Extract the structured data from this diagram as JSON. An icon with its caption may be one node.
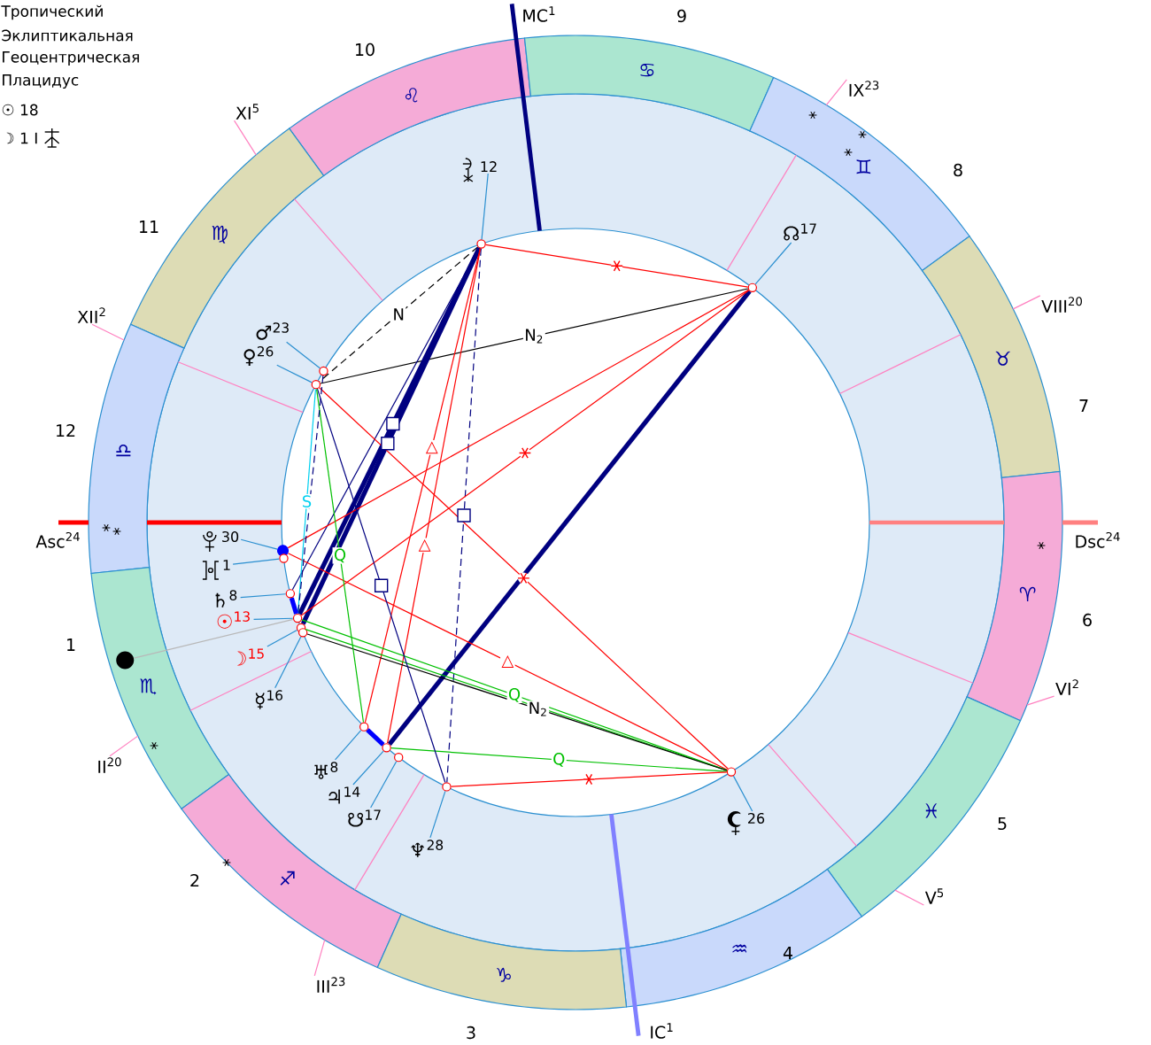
{
  "diagram": {
    "nodes": [
      {
        "text": [
          "♌"
        ]
      },
      {
        "text": [
          "♋"
        ]
      },
      {
        "text": [
          "♍"
        ]
      },
      {
        "text": [
          "♊"
        ]
      },
      {
        "text": [
          "♎"
        ]
      },
      {
        "text": [
          "♉"
        ]
      },
      {
        "text": [
          "♈"
        ]
      },
      {
        "text": [
          "♏"
        ]
      },
      {
        "text": [
          "♓"
        ]
      },
      {
        "text": [
          "♐"
        ]
      },
      {
        "text": [
          "♒"
        ]
      },
      {
        "text": [
          "♑"
        ]
      },
      {
        "text": [
          "12"
        ]
      },
      {
        "text": [
          "☊$^{17}$"
        ]
      },
      {
        "text": [
          "♂$^{23}$"
        ]
      },
      {
        "text": [
          "♀$^{26}$"
        ]
      },
      {
        "text": [
          "30"
        ]
      },
      {
        "text": [
          "1"
        ]
      },
      {
        "text": [
          "♄$^{8}$"
        ]
      },
      {
        "text": [
          "☉$^{13}$"
        ]
      },
      {
        "text": [
          "☽$^{15}$"
        ]
      },
      {
        "text": [
          "☿$^{16}$"
        ]
      },
      {
        "text": [
          "♅$^{8}$"
        ]
      },
      {
        "text": [
          "♃$^{14}$"
        ]
      },
      {
        "text": [
          "☋$^{17}$"
        ]
      },
      {
        "text": [
          "♆$^{28}$"
        ]
      },
      {
        "text": [
          "26"
        ]
      },
      {
        "text": [],
        "shape": "circle"
      },
      {
        "text": [],
        "shape": "circle"
      },
      {
        "text": [],
        "shape": "circle"
      },
      {
        "text": [],
        "shape": "circle"
      },
      {
        "text": [],
        "shape": "circle"
      },
      {
        "text": [],
        "shape": "circle"
      },
      {
        "text": [],
        "shape": "circle"
      },
      {
        "text": [],
        "shape": "circle"
      },
      {
        "text": [],
        "shape": "circle"
      },
      {
        "text": [],
        "shape": "circle"
      },
      {
        "text": [],
        "shape": "circle"
      },
      {
        "text": [],
        "shape": "circle"
      },
      {
        "text": [],
        "shape": "circle"
      },
      {
        "text": [],
        "shape": "circle"
      },
      {
        "text": [],
        "shape": "circle"
      },
      {
        "text": [
          "XI$^{5}$"
        ]
      },
      {
        "text": [
          "XII$^{2}$"
        ]
      },
      {
        "text": [
          "IX$^{23}$"
        ]
      },
      {
        "text": [
          "VIII$^{20}$"
        ]
      },
      {
        "text": [
          "Asc$^{24}$"
        ]
      },
      {
        "text": [
          "Dsc$^{24}$"
        ]
      },
      {
        "text": [
          "VI$^{2}$"
        ]
      },
      {
        "text": [
          "II$^{20}$"
        ]
      },
      {
        "text": [
          "V$^{5}$"
        ]
      },
      {
        "text": [
          "III$^{23}$"
        ]
      },
      {
        "text": [],
        "shape": "circle",
        "in": 7
      }
    ],
    "edges": [
      {
        "from": 12,
        "to": 27,
        "arrow": "none"
      },
      {
        "from": 13,
        "to": 28,
        "arrow": "none"
      },
      {
        "from": 14,
        "to": 29,
        "arrow": "none"
      },
      {
        "from": 15,
        "to": 30,
        "arrow": "none"
      },
      {
        "from": 16,
        "to": 31,
        "arrow": "none"
      },
      {
        "from": 17,
        "to": 32,
        "arrow": "none"
      },
      {
        "from": 18,
        "to": 33,
        "arrow": "none"
      },
      {
        "from": 19,
        "to": 34,
        "arrow": "none"
      },
      {
        "from": 20,
        "to": 35,
        "arrow": "none"
      },
      {
        "from": 21,
        "to": 36,
        "arrow": "none"
      },
      {
        "from": 22,
        "to": 37,
        "arrow": "none"
      },
      {
        "from": 23,
        "to": 38,
        "arrow": "none"
      },
      {
        "from": 24,
        "to": 39,
        "arrow": "none"
      },
      {
        "from": 25,
        "to": 40,
        "arrow": "none"
      },
      {
        "from": 26,
        "to": 41,
        "arrow": "none"
      },
      {
        "from": 27,
        "to": 28,
        "arrow": "none",
        "color": "#ff0000"
      },
      {
        "from": 27,
        "to": 30,
        "arrow": "none",
        "style": "dashed",
        "color": "#000000",
        "label": "N"
      },
      {
        "from": 30,
        "to": 28,
        "arrow": "none",
        "color": "#000000",
        "label": "N$_{2}$"
      },
      {
        "from": 27,
        "to": 34,
        "arrow": "none",
        "style": "thick",
        "color": "#000080"
      },
      {
        "from": 27,
        "to": 35,
        "arrow": "none",
        "style": "thick",
        "color": "#000080"
      },
      {
        "from": 27,
        "to": 33,
        "arrow": "none",
        "color": "#000080"
      },
      {
        "from": 28,
        "to": 38,
        "arrow": "none",
        "style": "thick",
        "color": "#000080"
      },
      {
        "from": 27,
        "to": 40,
        "arrow": "none",
        "style": "dashed",
        "color": "#000080"
      },
      {
        "from": 27,
        "to": 37,
        "arrow": "none",
        "color": "#ff0000",
        "label": "△"
      },
      {
        "from": 27,
        "to": 38,
        "arrow": "none",
        "color": "#ff0000",
        "label": "△"
      },
      {
        "from": 28,
        "to": 34,
        "arrow": "none",
        "color": "#ff0000"
      },
      {
        "from": 28,
        "to": 31,
        "arrow": "none",
        "color": "#ff0000"
      },
      {
        "from": 30,
        "to": 41,
        "arrow": "none",
        "color": "#ff0000"
      },
      {
        "from": 31,
        "to": 41,
        "arrow": "none",
        "color": "#ff0000",
        "label": "△"
      },
      {
        "from": 34,
        "to": 41,
        "arrow": "none",
        "color": "#00c000",
        "label": "Q"
      },
      {
        "from": 35,
        "to": 41,
        "arrow": "none",
        "color": "#00c000"
      },
      {
        "from": 36,
        "to": 41,
        "arrow": "none",
        "color": "#000000",
        "label": "N$_{2}$"
      },
      {
        "from": 38,
        "to": 41,
        "arrow": "none",
        "color": "#00c000",
        "label": "Q"
      },
      {
        "from": 40,
        "to": 41,
        "arrow": "none",
        "color": "#ff0000"
      },
      {
        "from": 30,
        "to": 40,
        "arrow": "none",
        "color": "#000080"
      },
      {
        "from": 30,
        "to": 37,
        "arrow": "none",
        "color": "#00c000",
        "label": "Q"
      },
      {
        "from": 30,
        "to": 34,
        "arrow": "none",
        "color": "#00d0f0",
        "label": "S"
      },
      {
        "from": 29,
        "to": 34,
        "arrow": "none",
        "style": "dashed",
        "color": "#000080"
      },
      {
        "from": 37,
        "to": 38,
        "arrow": "none",
        "style": "thick",
        "color": "#0000ff"
      },
      {
        "from": 33,
        "to": 34,
        "arrow": "none",
        "style": "thick",
        "color": "#0000ff"
      },
      {
        "from": 42,
        "to": 2,
        "arrow": "none",
        "color": "#ff80c0"
      },
      {
        "from": 43,
        "to": 4,
        "arrow": "none",
        "color": "#ff80c0"
      },
      {
        "from": 44,
        "to": 3,
        "arrow": "none",
        "color": "#ff80c0"
      },
      {
        "from": 45,
        "to": 5,
        "arrow": "none",
        "color": "#ff80c0"
      },
      {
        "from": 46,
        "to": 4,
        "arrow": "none",
        "style": "thick",
        "color": "#ff0000"
      },
      {
        "from": 47,
        "to": 6,
        "arrow": "none",
        "style": "thick",
        "color": "#ff8080"
      },
      {
        "from": 48,
        "to": 6,
        "arrow": "none",
        "color": "#ff80c0"
      },
      {
        "from": 49,
        "to": 7,
        "arrow": "none",
        "color": "#ff80c0"
      },
      {
        "from": 50,
        "to": 8,
        "arrow": "none",
        "color": "#ff80c0"
      },
      {
        "from": 51,
        "to": 9,
        "arrow": "none",
        "color": "#ff80c0"
      },
      {
        "from": 52,
        "to": 34,
        "arrow": "none",
        "color": "#b8b8b8"
      }
    ],
    "labels": [
      "Тропический",
      "Эклиптикальная",
      "Геоцентрическая",
      "Плацидус",
      "☉ 18",
      "☽ 1 I",
      "MC$^{1}$",
      "9",
      "10",
      "8",
      "11",
      "7",
      "12",
      "6",
      "1",
      "5",
      "2",
      "3",
      "4",
      "IC$^{1}$"
    ]
  }
}
